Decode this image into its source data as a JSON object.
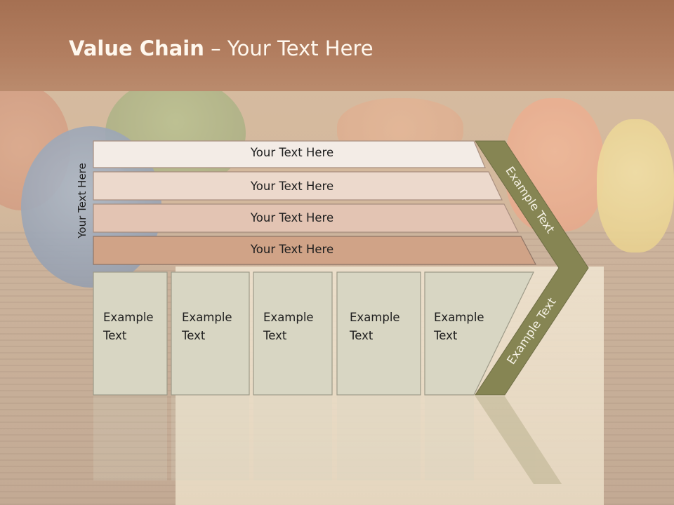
{
  "title": {
    "bold": "Value Chain",
    "rest": " – Your Text Here"
  },
  "side_label": "Your Text Here",
  "bars": [
    "Your Text Here",
    "Your Text Here",
    "Your Text Here",
    "Your Text Here"
  ],
  "boxes": [
    {
      "line1": "Example",
      "line2": "Text"
    },
    {
      "line1": "Example",
      "line2": "Text"
    },
    {
      "line1": "Example",
      "line2": "Text"
    },
    {
      "line1": "Example",
      "line2": "Text"
    },
    {
      "line1": "Example",
      "line2": "Text"
    }
  ],
  "arrow_upper": "Example Text",
  "arrow_lower": "Example Text",
  "colors": {
    "bar1": "#f3ece6",
    "bar2": "#ecd9cc",
    "bar3": "#e3c4b3",
    "bar4": "#d0a387",
    "boxes": "#d8d6c3",
    "arrow": "#868553"
  }
}
